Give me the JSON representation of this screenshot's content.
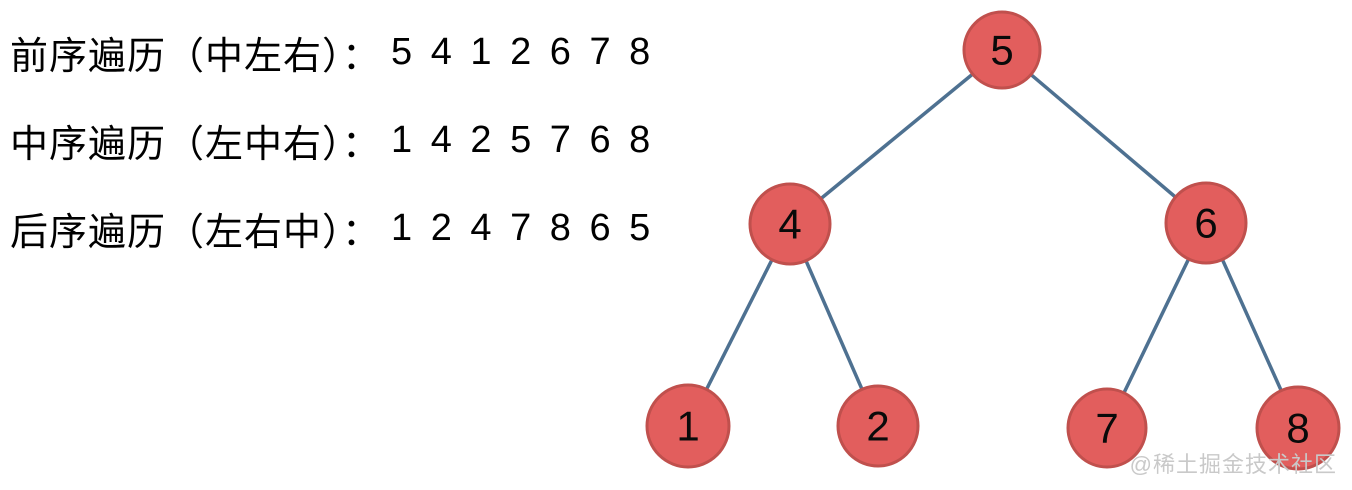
{
  "theme": {
    "background": "#ffffff",
    "node_fill": "#e25e5d",
    "node_border": "#c0504d",
    "edge_color": "#4e7191",
    "text_color": "#000000",
    "watermark_color": "#c9c9c9"
  },
  "traversals": [
    {
      "name": "preorder",
      "label": "前序遍历（中左右）：",
      "sequence": "5 4 1 2 6 7 8"
    },
    {
      "name": "inorder",
      "label": "中序遍历（左中右）：",
      "sequence": "1 4 2 5 7 6 8"
    },
    {
      "name": "postorder",
      "label": "后序遍历（左右中）：",
      "sequence": "1 2 4 7 8 6 5"
    }
  ],
  "tree": {
    "nodes": [
      {
        "position": "root",
        "value": "5"
      },
      {
        "position": "left-child-of-5",
        "value": "4"
      },
      {
        "position": "right-child-of-5",
        "value": "6"
      },
      {
        "position": "left-child-of-4",
        "value": "1"
      },
      {
        "position": "right-child-of-4",
        "value": "2"
      },
      {
        "position": "left-child-of-6",
        "value": "7"
      },
      {
        "position": "right-child-of-6",
        "value": "8"
      }
    ],
    "edges": [
      {
        "from": "5",
        "to": "4"
      },
      {
        "from": "5",
        "to": "6"
      },
      {
        "from": "4",
        "to": "1"
      },
      {
        "from": "4",
        "to": "2"
      },
      {
        "from": "6",
        "to": "7"
      },
      {
        "from": "6",
        "to": "8"
      }
    ]
  },
  "watermark": "@稀土掘金技术社区"
}
